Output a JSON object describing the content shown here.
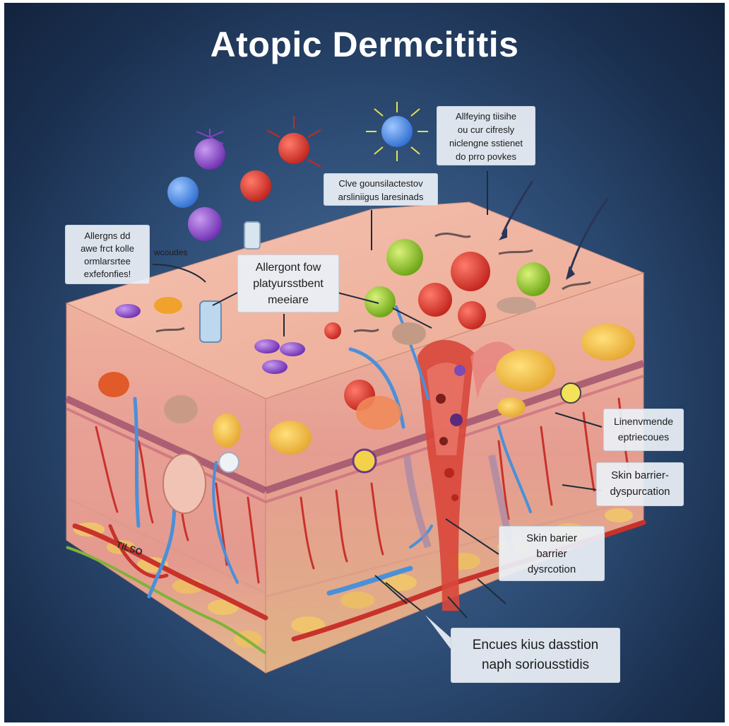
{
  "title": "Atopic Dermcititis",
  "labels": {
    "top_right": [
      "Allfeying tiisihe",
      "ou cur cifresly",
      "niclengne sstienet",
      "do prro povkes"
    ],
    "top_center": [
      "Clve gounsilactestov",
      "arsliniigus laresinads"
    ],
    "left": [
      "Allergns dd",
      "awe frct kolle",
      "ormlarsrtee",
      "exfefonfies!"
    ],
    "left_small": "wcoudes",
    "center": [
      "Allergont fow",
      "platyursstbent",
      "meeiare"
    ],
    "right_1": [
      "Linenvmende",
      "eptriecoues"
    ],
    "right_2": [
      "Skin barrier-",
      "dyspurcation"
    ],
    "right_3": [
      "Skin barier",
      "barrier",
      "dysrcotion"
    ],
    "bottom": [
      "Encues kius dasstion",
      "naph soriousstidis"
    ],
    "side_tag": "TILSO"
  },
  "colors": {
    "background": "#2f4f78",
    "skin_top": "#f2b7a4",
    "dermis": "#e9a39a",
    "vessel": "#c8322b",
    "nerve": "#4a90d9"
  }
}
